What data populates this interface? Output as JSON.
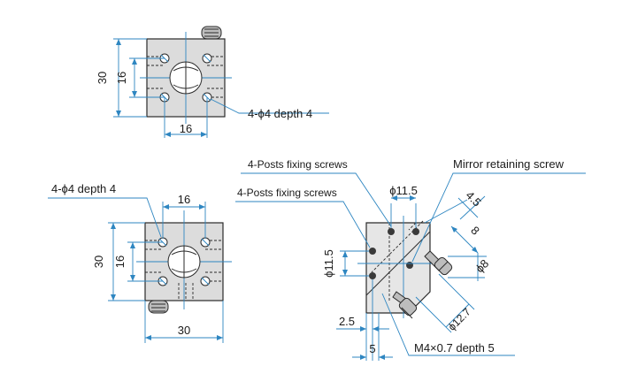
{
  "top_view": {
    "dim_height": "30",
    "dim_inner_height": "16",
    "dim_width": "16",
    "hole_callout": "4-ϕ4 depth 4"
  },
  "bottom_left_view": {
    "hole_callout": "4-ϕ4 depth 4",
    "dim_top_width": "16",
    "dim_height": "30",
    "dim_inner_height": "16",
    "dim_width": "30"
  },
  "side_view": {
    "posts_screws_1": "4-Posts fixing screws",
    "posts_screws_2": "4-Posts fixing screws",
    "mirror_screw": "Mirror retaining screw",
    "dim_dia_115_top": "ϕ11.5",
    "dim_dia_115_left": "ϕ11.5",
    "dim_45": "4.5",
    "dim_8": "8",
    "dim_dia_8": "ϕ8",
    "dim_dia_127": "ϕ12.7",
    "dim_25": "2.5",
    "dim_5": "5",
    "thread_callout": "M4×0.7 depth 5"
  },
  "colors": {
    "dimension_blue": "#2e86c1",
    "body_gray": "#dcdcdc",
    "outline": "#2a2a2a"
  }
}
